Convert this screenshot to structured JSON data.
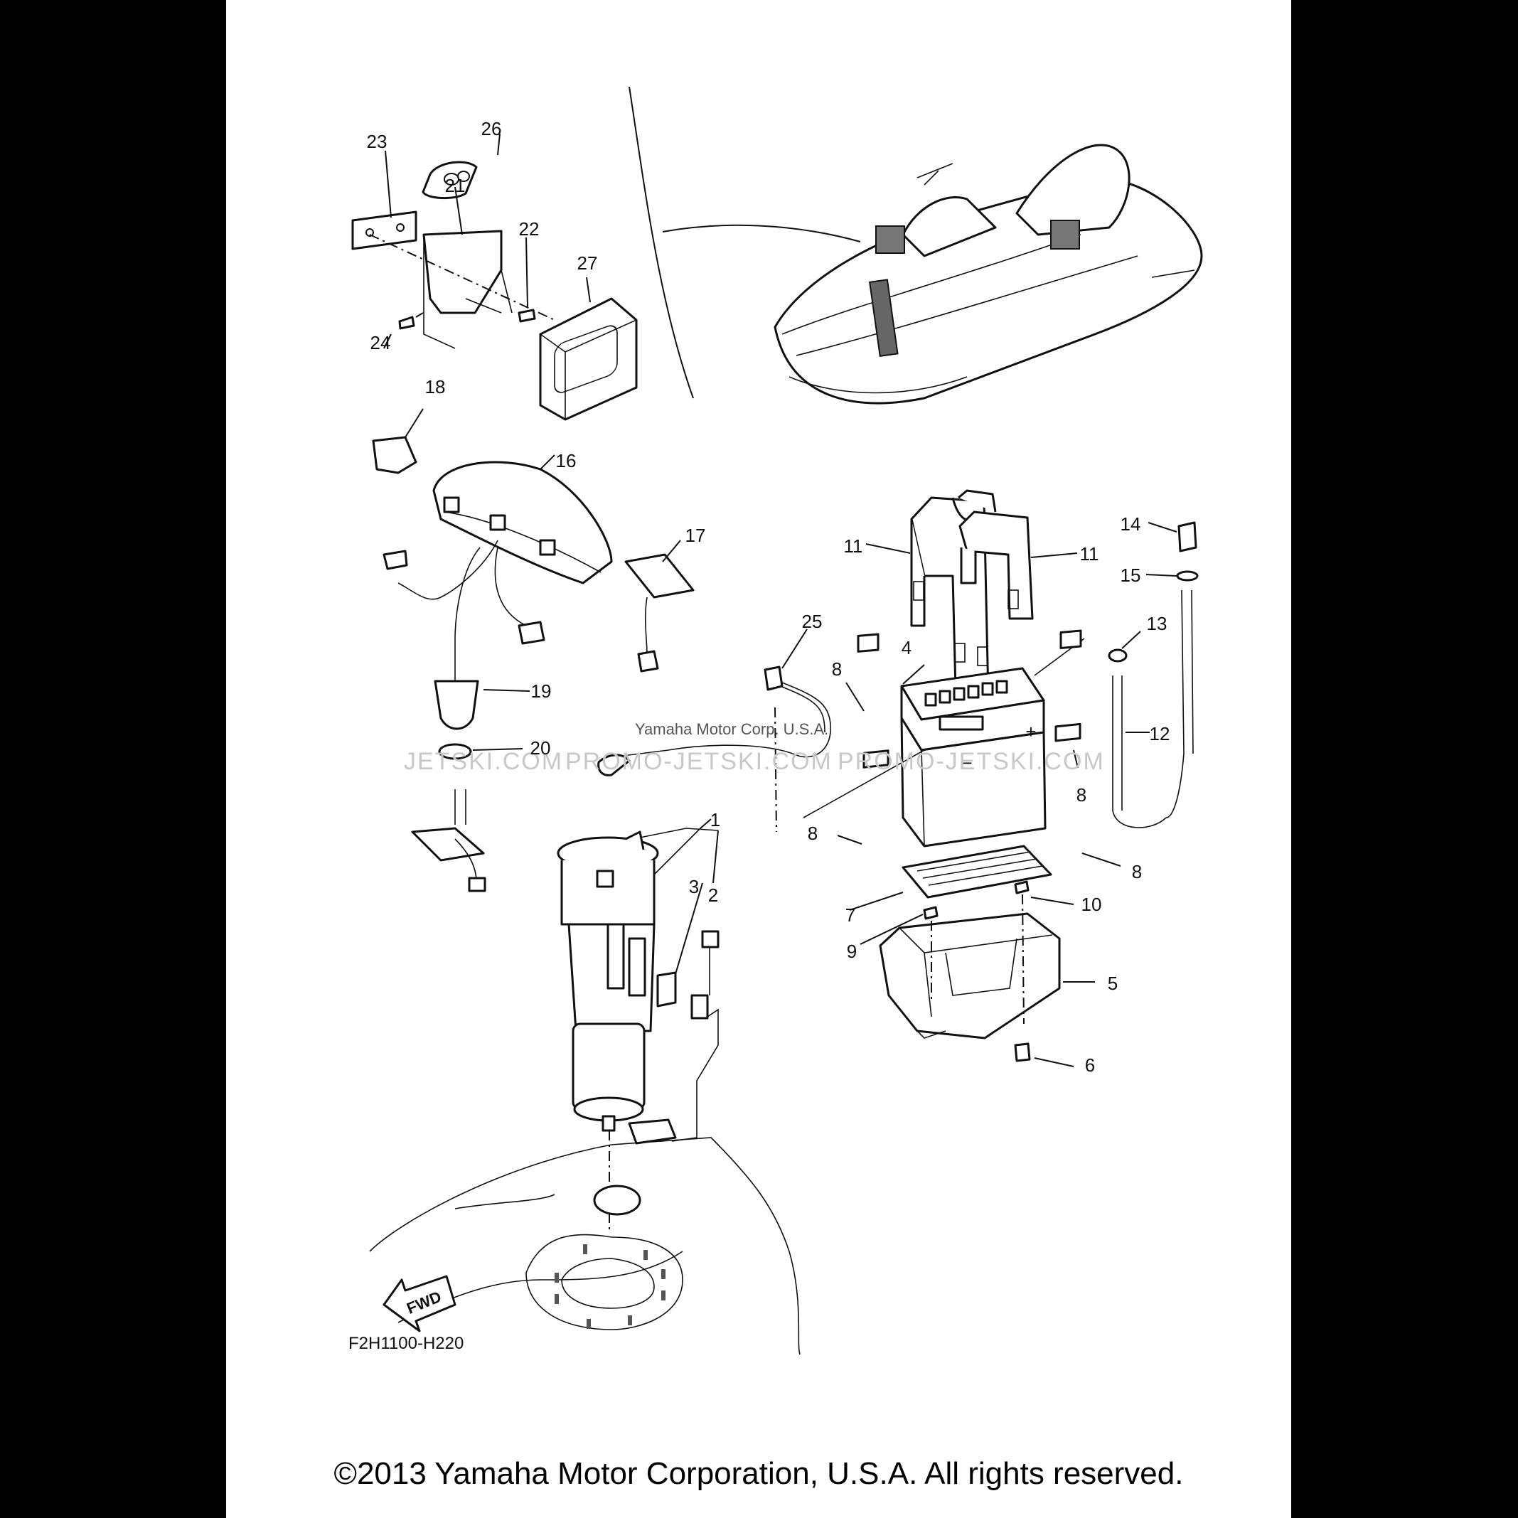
{
  "diagram": {
    "callouts": [
      "1",
      "2",
      "3",
      "4",
      "5",
      "6",
      "7",
      "8",
      "8",
      "8",
      "8",
      "9",
      "10",
      "11",
      "11",
      "12",
      "13",
      "14",
      "15",
      "16",
      "17",
      "18",
      "19",
      "20",
      "21",
      "22",
      "23",
      "24",
      "25",
      "26",
      "27"
    ],
    "part_code": "F2H1100-H220",
    "fwd_label": "FWD",
    "watermarks": [
      "JETSKI.COM",
      "PROMO-JETSKI.COM",
      "PROMO-JETSKI.COM"
    ],
    "watermark_small": "Yamaha Motor Corp. U.S.A.",
    "copyright": "©2013 Yamaha Motor Corporation, U.S.A. All rights reserved."
  }
}
